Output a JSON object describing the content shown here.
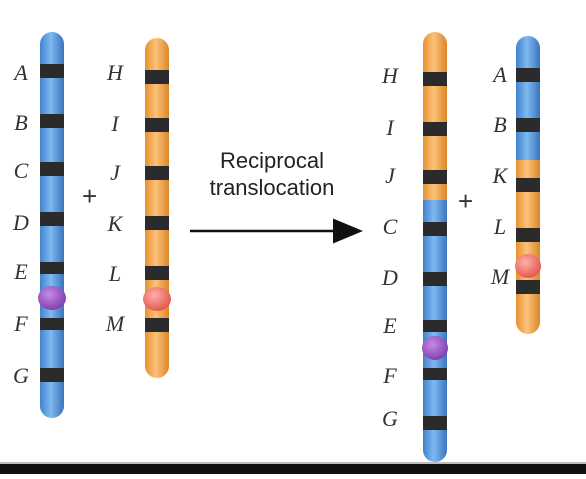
{
  "colors": {
    "blue_chromosome": "#5a9fe6",
    "orange_chromosome": "#f2a74a",
    "band": "#2b2b2b",
    "centromere_blue": "#9b59c8",
    "centromere_orange": "#f26b6b",
    "arrow": "#111111",
    "label": "#333333"
  },
  "plus_sign": "+",
  "arrow_label": {
    "line1": "Reciprocal",
    "line2": "translocation"
  },
  "before": {
    "blue_labels": [
      "A",
      "B",
      "C",
      "D",
      "E",
      "F",
      "G"
    ],
    "orange_labels": [
      "H",
      "I",
      "J",
      "K",
      "L",
      "M"
    ]
  },
  "after": {
    "long_labels": [
      "H",
      "I",
      "J",
      "C",
      "D",
      "E",
      "F",
      "G"
    ],
    "short_labels": [
      "A",
      "B",
      "K",
      "L",
      "M"
    ]
  }
}
